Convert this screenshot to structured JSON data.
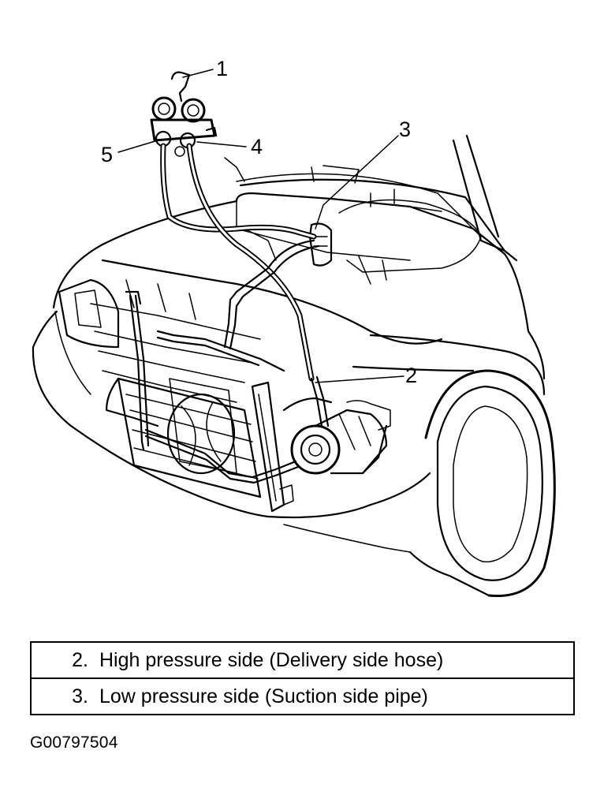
{
  "diagram": {
    "callouts": [
      {
        "id": "1",
        "label": "1"
      },
      {
        "id": "2",
        "label": "2"
      },
      {
        "id": "3",
        "label": "3"
      },
      {
        "id": "4",
        "label": "4"
      },
      {
        "id": "5",
        "label": "5"
      }
    ]
  },
  "legend": {
    "rows": [
      {
        "number": "2.",
        "text": "High pressure side (Delivery side hose)"
      },
      {
        "number": "3.",
        "text": "Low pressure side (Suction side pipe)"
      }
    ]
  },
  "figure_code": "G00797504"
}
